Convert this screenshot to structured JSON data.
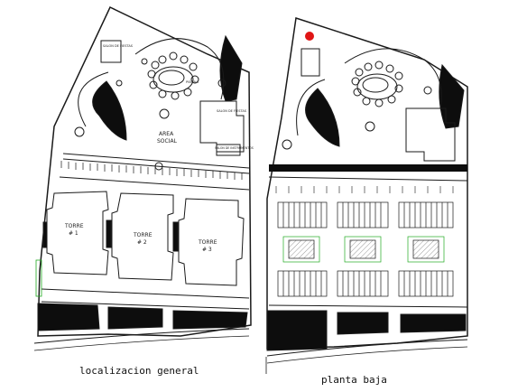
{
  "plan_left": {
    "caption": "localizacion general",
    "area_label_line1": "AREA",
    "area_label_line2": "SOCIAL",
    "tower_word": "TORRE",
    "tower_1": "# 1",
    "tower_2": "# 2",
    "tower_3": "# 3",
    "small_labels": [
      "SALON DE FIESTAS",
      "SALON DE INSTRUMENTOS",
      "PISCINA"
    ]
  },
  "plan_right": {
    "caption": "planta baja"
  },
  "colors": {
    "line": "#1a1a1a",
    "fill_dark": "#0d0d0d",
    "marker": "#e01515",
    "accent_green": "#22aa22"
  }
}
